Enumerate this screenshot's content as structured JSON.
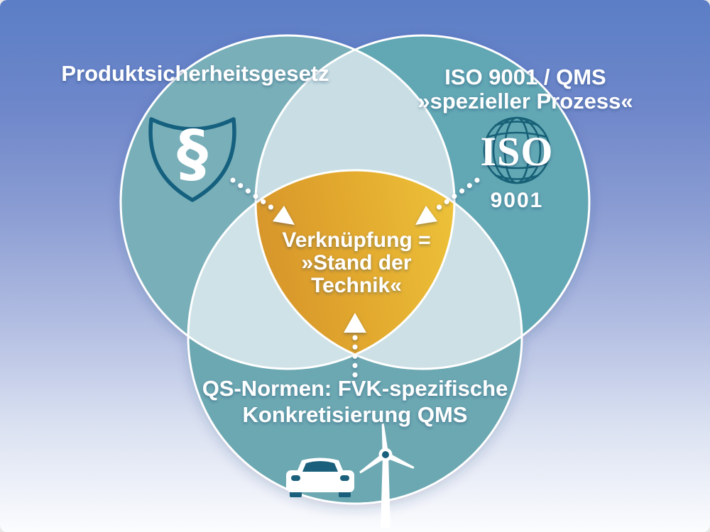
{
  "diagram": {
    "type": "venn-3",
    "circles": [
      {
        "id": "top-left",
        "label": "Produktsicherheitsgesetz",
        "icon": "paragraph-shield-icon",
        "symbol": "§"
      },
      {
        "id": "top-right",
        "label_line1": "ISO 9001 / QMS",
        "label_line2": "»spezieller Prozess«",
        "icon": "iso-globe-icon",
        "logo_text": "ISO",
        "logo_number": "9001"
      },
      {
        "id": "bottom",
        "label_line1": "QS-Normen: FVK-spezifische",
        "label_line2": "Konkretisierung QMS",
        "icons": [
          "car-icon",
          "wind-turbine-icon"
        ]
      }
    ],
    "center": {
      "label_line1": "Verknüpfung =",
      "label_line2": "»Stand der",
      "label_line3": "Technik«"
    }
  },
  "colors": {
    "background_top": "#5B7EC6",
    "background_bottom": "#FBFCFE",
    "circle_teal_left": "#79AFB9",
    "circle_teal_right": "#62A7B4",
    "circle_teal_bottom": "#6CA8B2",
    "overlap_pale": "#CBDFE5",
    "center_orange_dark": "#CD8327",
    "center_orange_light": "#F2CC3E",
    "icon_dark_teal": "#16607A",
    "outline_white": "#FFFFFF",
    "text": "#FFFFFF"
  }
}
